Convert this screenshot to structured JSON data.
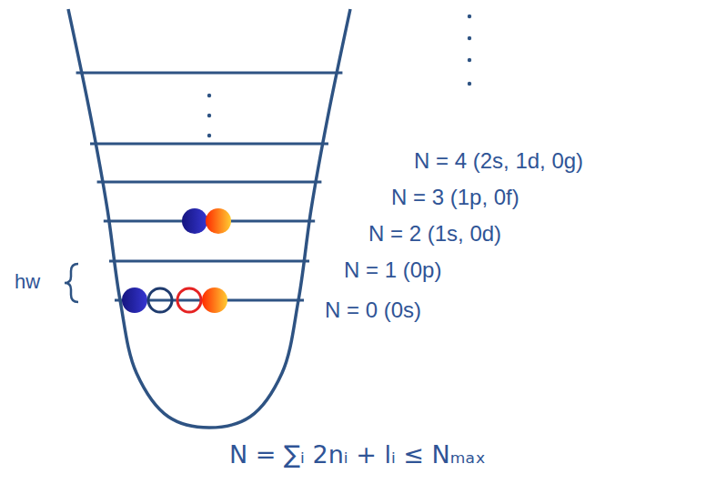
{
  "diagram": {
    "labels": [
      "N = 4 (2s, 1d, 0g)",
      "N = 3 (1p, 0f)",
      "N = 2 (1s, 0d)",
      "N = 1 (0p)",
      "N = 0 (0s)",
      "hw",
      "N = ∑ᵢ 2nᵢ + lᵢ ≤ Nₘₐₓ"
    ]
  }
}
